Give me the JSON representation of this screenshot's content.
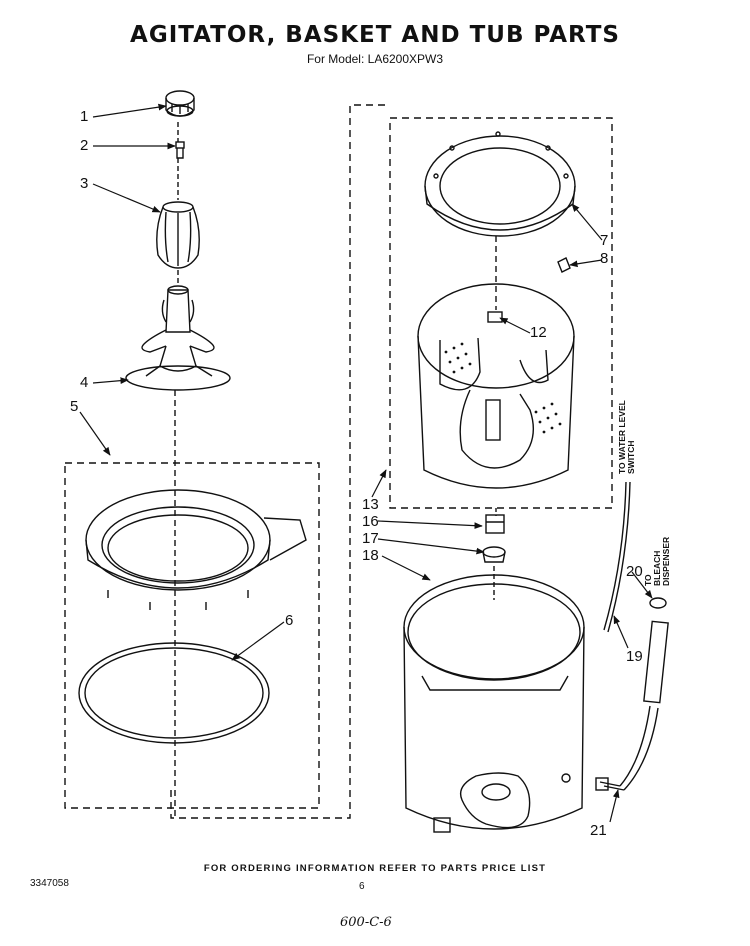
{
  "title": "AGITATOR, BASKET AND TUB PARTS",
  "subtitle": "For Model: LA6200XPW3",
  "callouts": [
    "1",
    "2",
    "3",
    "4",
    "5",
    "6",
    "7",
    "8",
    "12",
    "13",
    "16",
    "17",
    "18",
    "19",
    "20",
    "21"
  ],
  "side_labels": {
    "water_level": "TO WATER LEVEL\nSWITCH",
    "bleach": "TO\nBLEACH\nDISPENSER"
  },
  "footer": "FOR ORDERING INFORMATION REFER TO PARTS PRICE LIST",
  "doc_number": "3347058",
  "page_number": "6",
  "handwritten": "600-C-6"
}
